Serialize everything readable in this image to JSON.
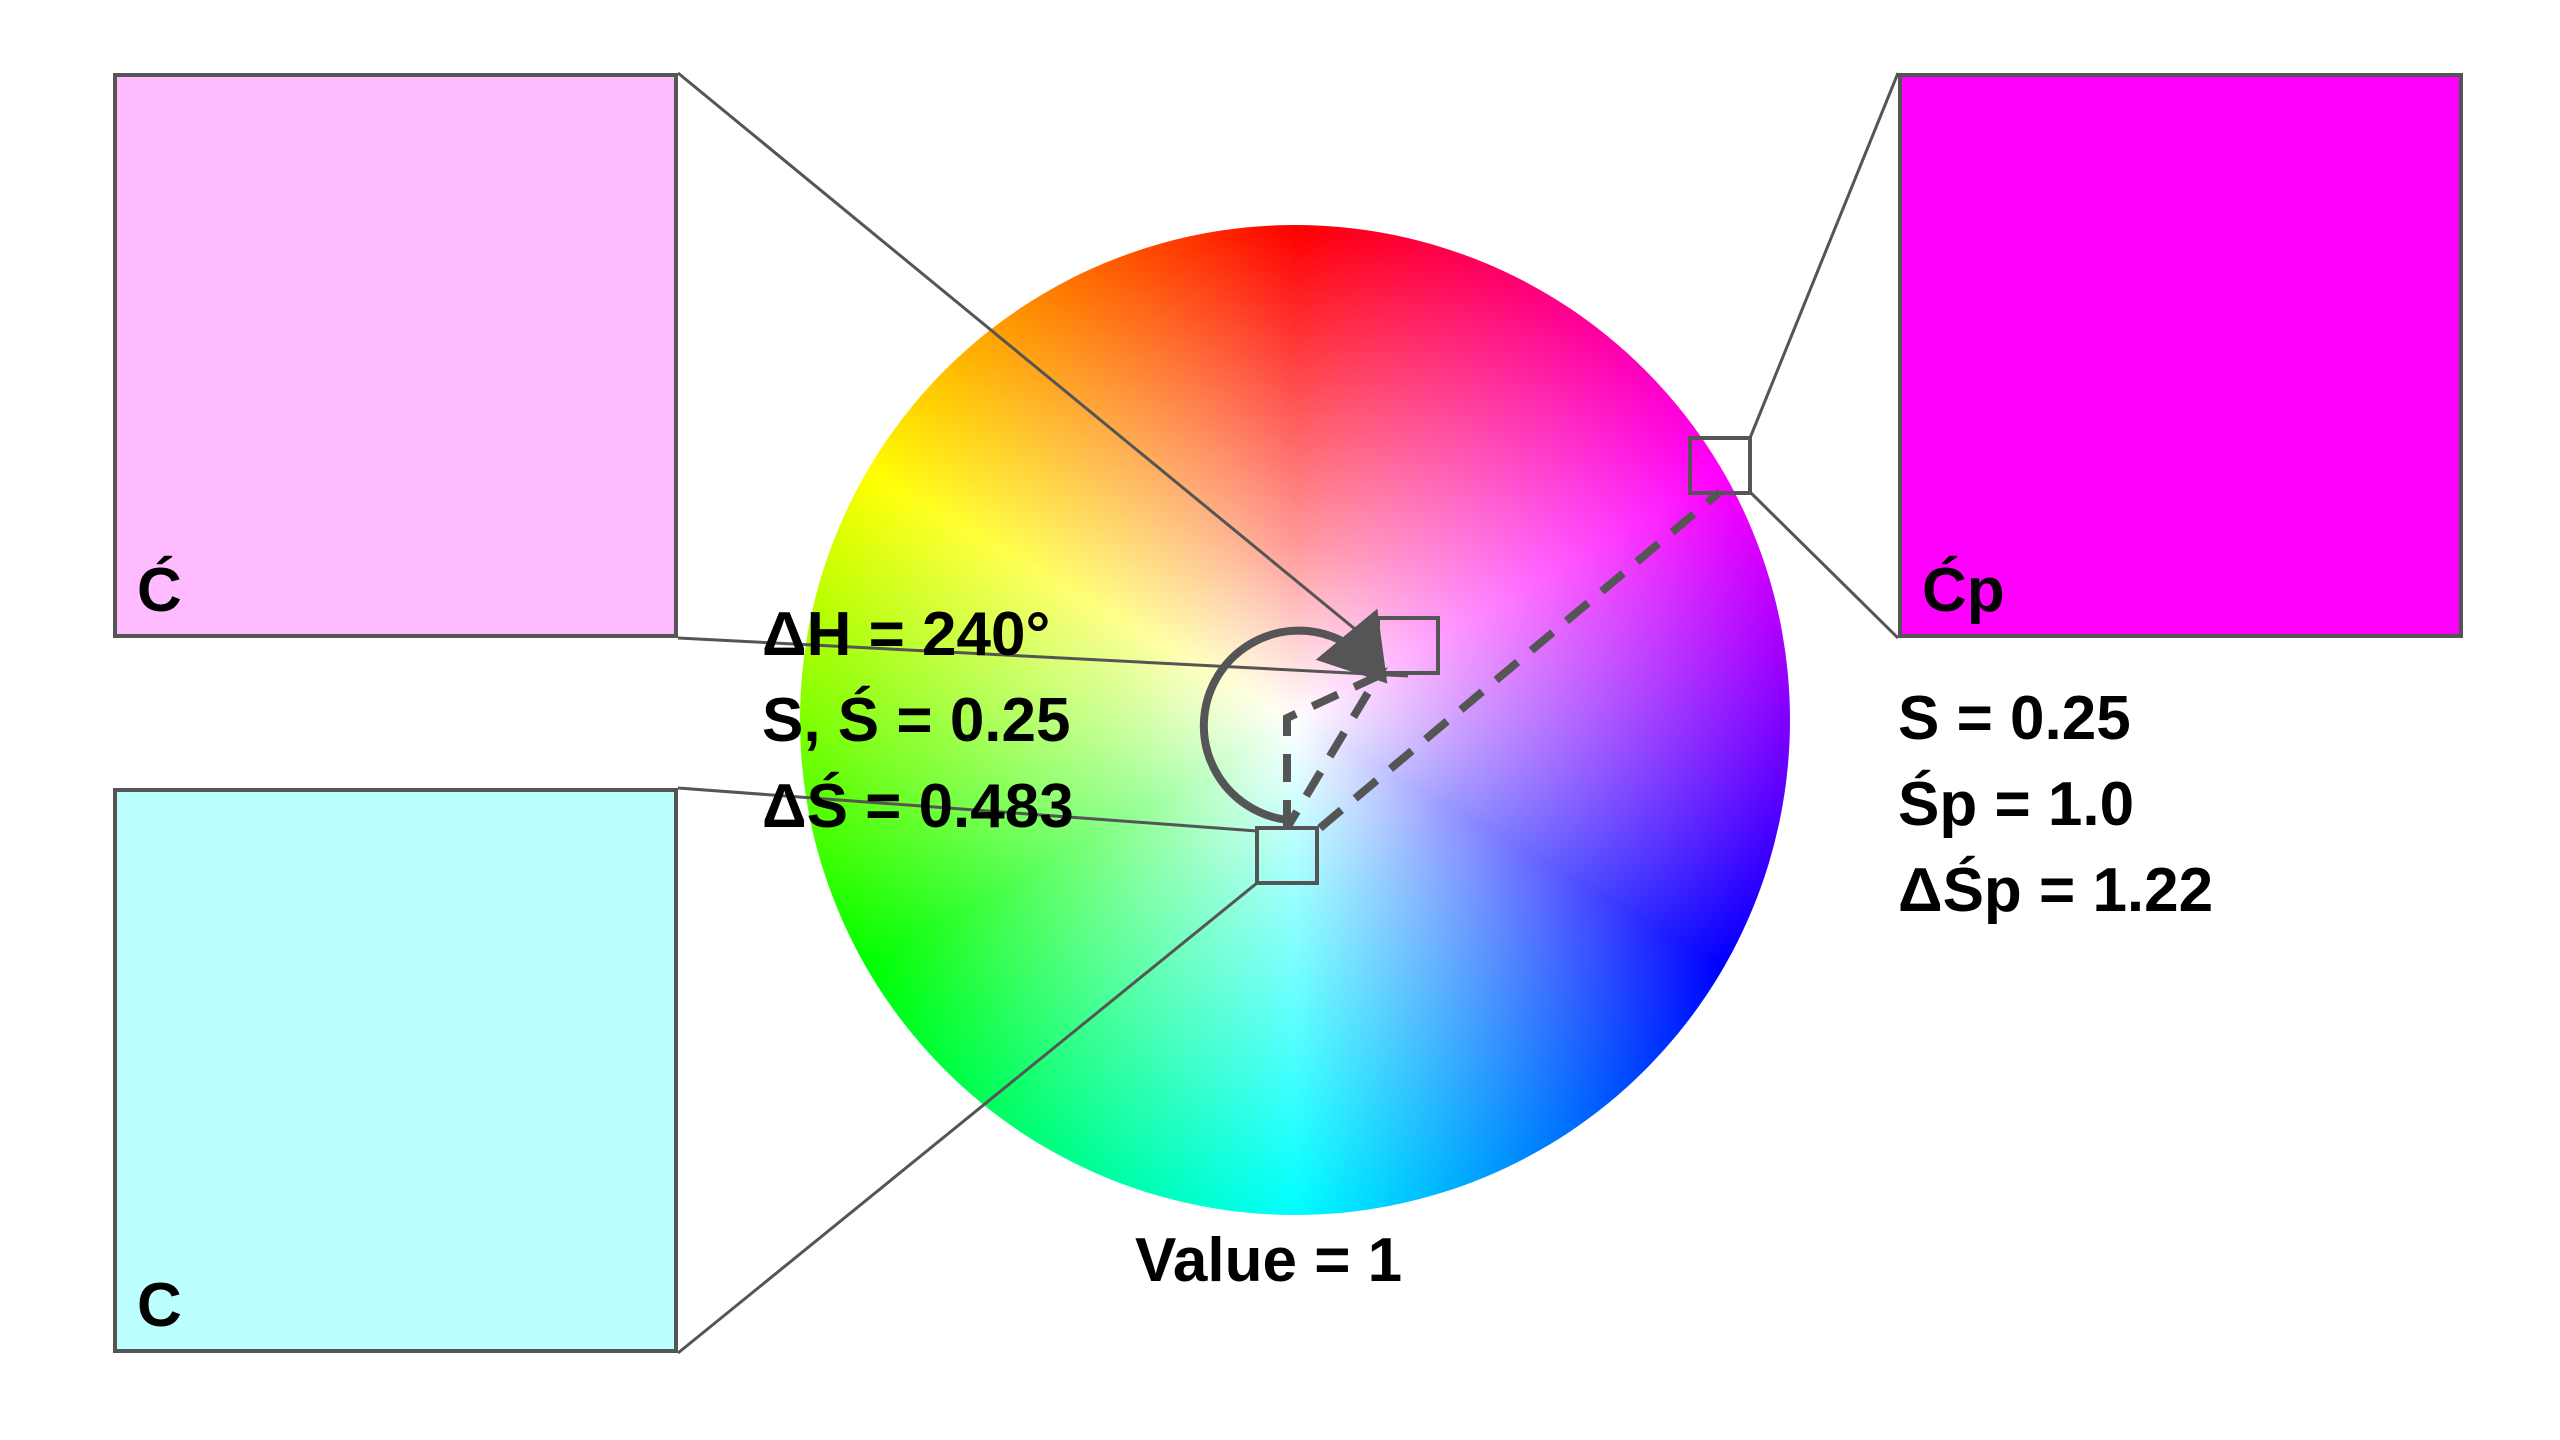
{
  "swatches": {
    "c_prime": {
      "label": "Ć",
      "color": "#ffbbff"
    },
    "c": {
      "label": "C",
      "color": "#bbffff"
    },
    "cp": {
      "label": "Ćp",
      "color": "#ff00ff"
    }
  },
  "left_stats": {
    "delta_h": "ΔH = 240°",
    "s": "S, Ś = 0.25",
    "delta_s": "ΔŚ = 0.483"
  },
  "right_stats": {
    "s": "S = 0.25",
    "sp": "Śp = 1.0",
    "delta_sp": "ΔŚp = 1.22"
  },
  "wheel_caption": "Value = 1",
  "colors": {
    "outline": "#555555",
    "text": "#000000"
  }
}
